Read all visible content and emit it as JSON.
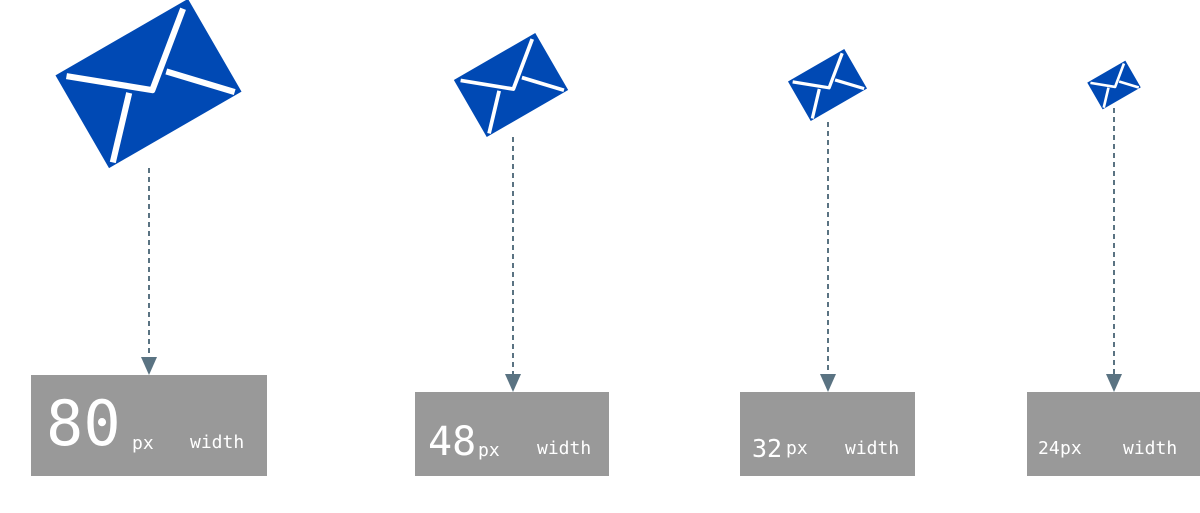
{
  "colors": {
    "icon": "#0049B4",
    "connector": "#5A7382",
    "box": "#999999",
    "text": "#FFFFFF"
  },
  "icon_name": "envelope-icon",
  "items": [
    {
      "size": "80",
      "unit": "px",
      "word": "width"
    },
    {
      "size": "48",
      "unit": "px",
      "word": "width"
    },
    {
      "size": "32",
      "unit": "px",
      "word": "width"
    },
    {
      "size": "24",
      "unit": "px",
      "word": "width"
    }
  ]
}
